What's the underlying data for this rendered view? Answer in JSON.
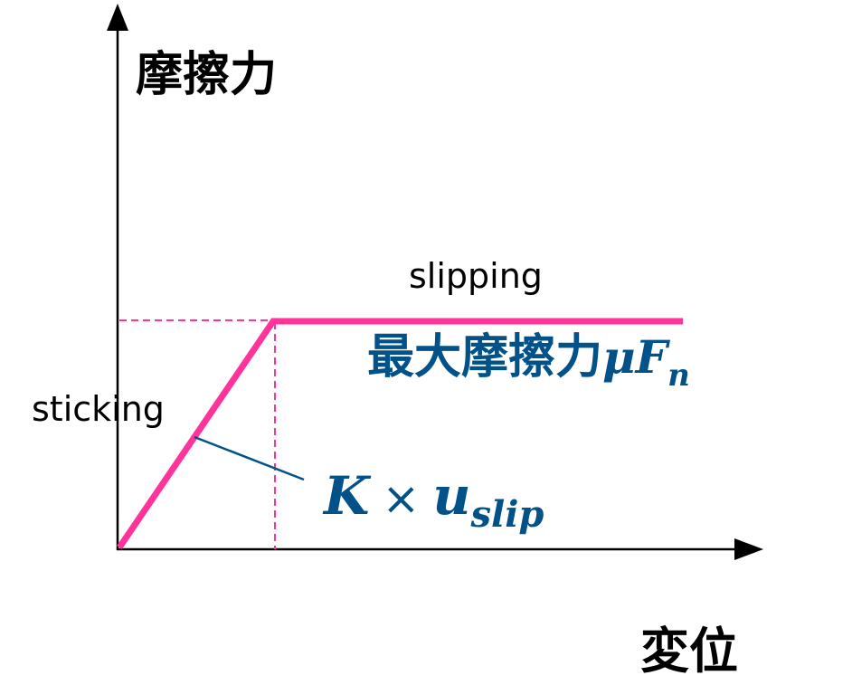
{
  "axes": {
    "y_label": "摩擦力",
    "x_label": "変位"
  },
  "regions": {
    "slipping": "slipping",
    "sticking": "sticking"
  },
  "max_friction": {
    "text": "最大摩擦力",
    "mu": "μ",
    "F": "F",
    "sub": "n"
  },
  "stiffness": {
    "K": "K",
    "times": "×",
    "u": "u",
    "sub": "slip"
  },
  "colors": {
    "curve": "#FF3399",
    "label": "#005288",
    "axis": "#000000"
  }
}
